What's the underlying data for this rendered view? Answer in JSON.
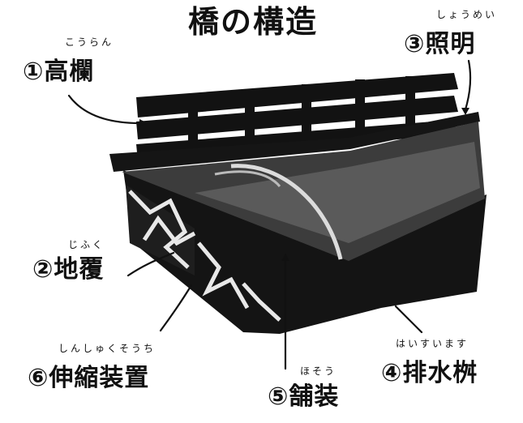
{
  "title": "橋の構造",
  "labels": [
    {
      "id": "koran",
      "text": "①高欄",
      "furigana": "こうらん"
    },
    {
      "id": "jifuku",
      "text": "②地覆",
      "furigana": "じふく"
    },
    {
      "id": "shomei",
      "text": "③照明",
      "furigana": "しょうめい"
    },
    {
      "id": "haisuimasu",
      "text": "④排水桝",
      "furigana": "はいすいます"
    },
    {
      "id": "hoso",
      "text": "⑤舗装",
      "furigana": "ほそう"
    },
    {
      "id": "shinshuku",
      "text": "⑥伸縮装置",
      "furigana": "しんしゅくそうち"
    }
  ]
}
